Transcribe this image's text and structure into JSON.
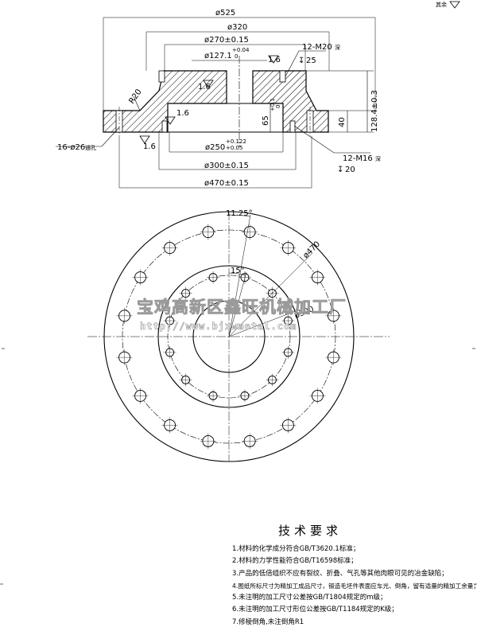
{
  "surface_mark_rest": "其余",
  "section_view": {
    "dims": {
      "d525": "ø525",
      "d320": "ø320",
      "d270": "ø270±0.15",
      "d127": "ø127.1",
      "d127_tol_up": "+0.04",
      "d127_tol_low": "0",
      "d250": "ø250",
      "d250_tol_up": "+0.122",
      "d250_tol_low": "+0.05",
      "d300": "ø300±0.15",
      "d470": "ø470±0.15",
      "h128": "128.4±0.3",
      "h40": "40",
      "h65": "65",
      "h65_tol_up": "+0.1",
      "h65_tol_low": "0",
      "r20": "R20"
    },
    "callouts": {
      "m20": "12-M20",
      "m20_depth": "25",
      "m16": "12-M16",
      "m16_depth": "20",
      "holes26": "16-ø26"
    },
    "roughness": [
      "1.6",
      "1.6",
      "1.6",
      "1.6"
    ]
  },
  "plan_view": {
    "angle_outer": "11.25°",
    "angle_inner": "15°",
    "dia_470": "ø470",
    "dia_300": "ø300"
  },
  "watermark": {
    "company": "宝鸡高新区鑫旺机械加工厂",
    "url": "http://www.bjxwmetal.com"
  },
  "tech_requirements": {
    "title": "技术要求",
    "items": [
      "1.材料的化学成分符合GB/T3620.1标准；",
      "2.材料的力学性能符合GB/T16598标准；",
      "3.产品的低倍组织不应有裂纹、折叠、气孔等其他肉眼可见的冶金缺陷；",
      "4.图纸所标尺寸为精加工成品尺寸，锻造毛坯件表面应车光、倒角，留有适量的精加工余量；",
      "5.未注明的加工尺寸公差按GB/T1804规定的m级；",
      "6.未注明的加工尺寸形位公差按GB/T1184规定的K级；",
      "7.修棱倒角,未注倒角R1"
    ]
  }
}
